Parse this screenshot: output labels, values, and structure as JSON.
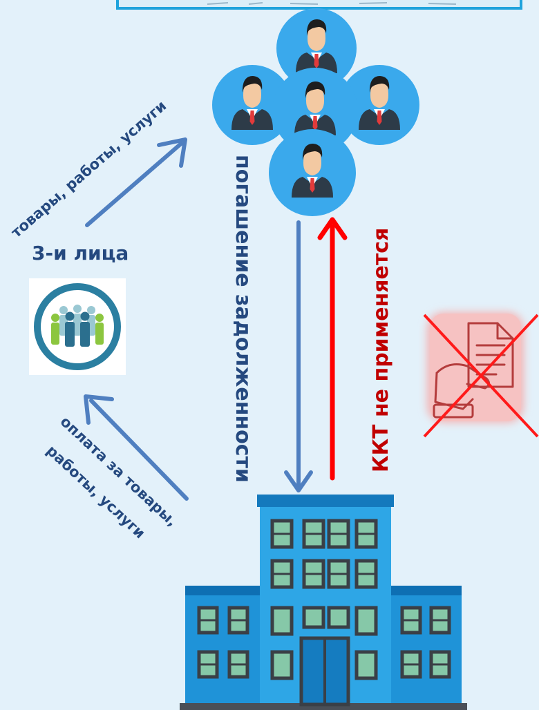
{
  "labels": {
    "goods_services": "товары, работы, услуги",
    "third_parties": "3-и лица",
    "payment": [
      "оплата за товары,",
      "работы, услуги"
    ],
    "debt_repayment": "погашение задолженности",
    "kkt_not_applied": "ККТ  не применяется"
  },
  "icons": {
    "customers": "customers-group-icon",
    "third_parties": "third-parties-group-icon",
    "receipt": "crossed-receipt-icon",
    "building": "office-building-icon"
  },
  "colors": {
    "background": "#e3f1fa",
    "arrow_blue": "#4f7fc0",
    "arrow_red": "#ff0000",
    "text_blue": "#25497f",
    "text_red": "#c00000",
    "circle": "#3aa9ec",
    "building_main": "#1b8fd6"
  }
}
